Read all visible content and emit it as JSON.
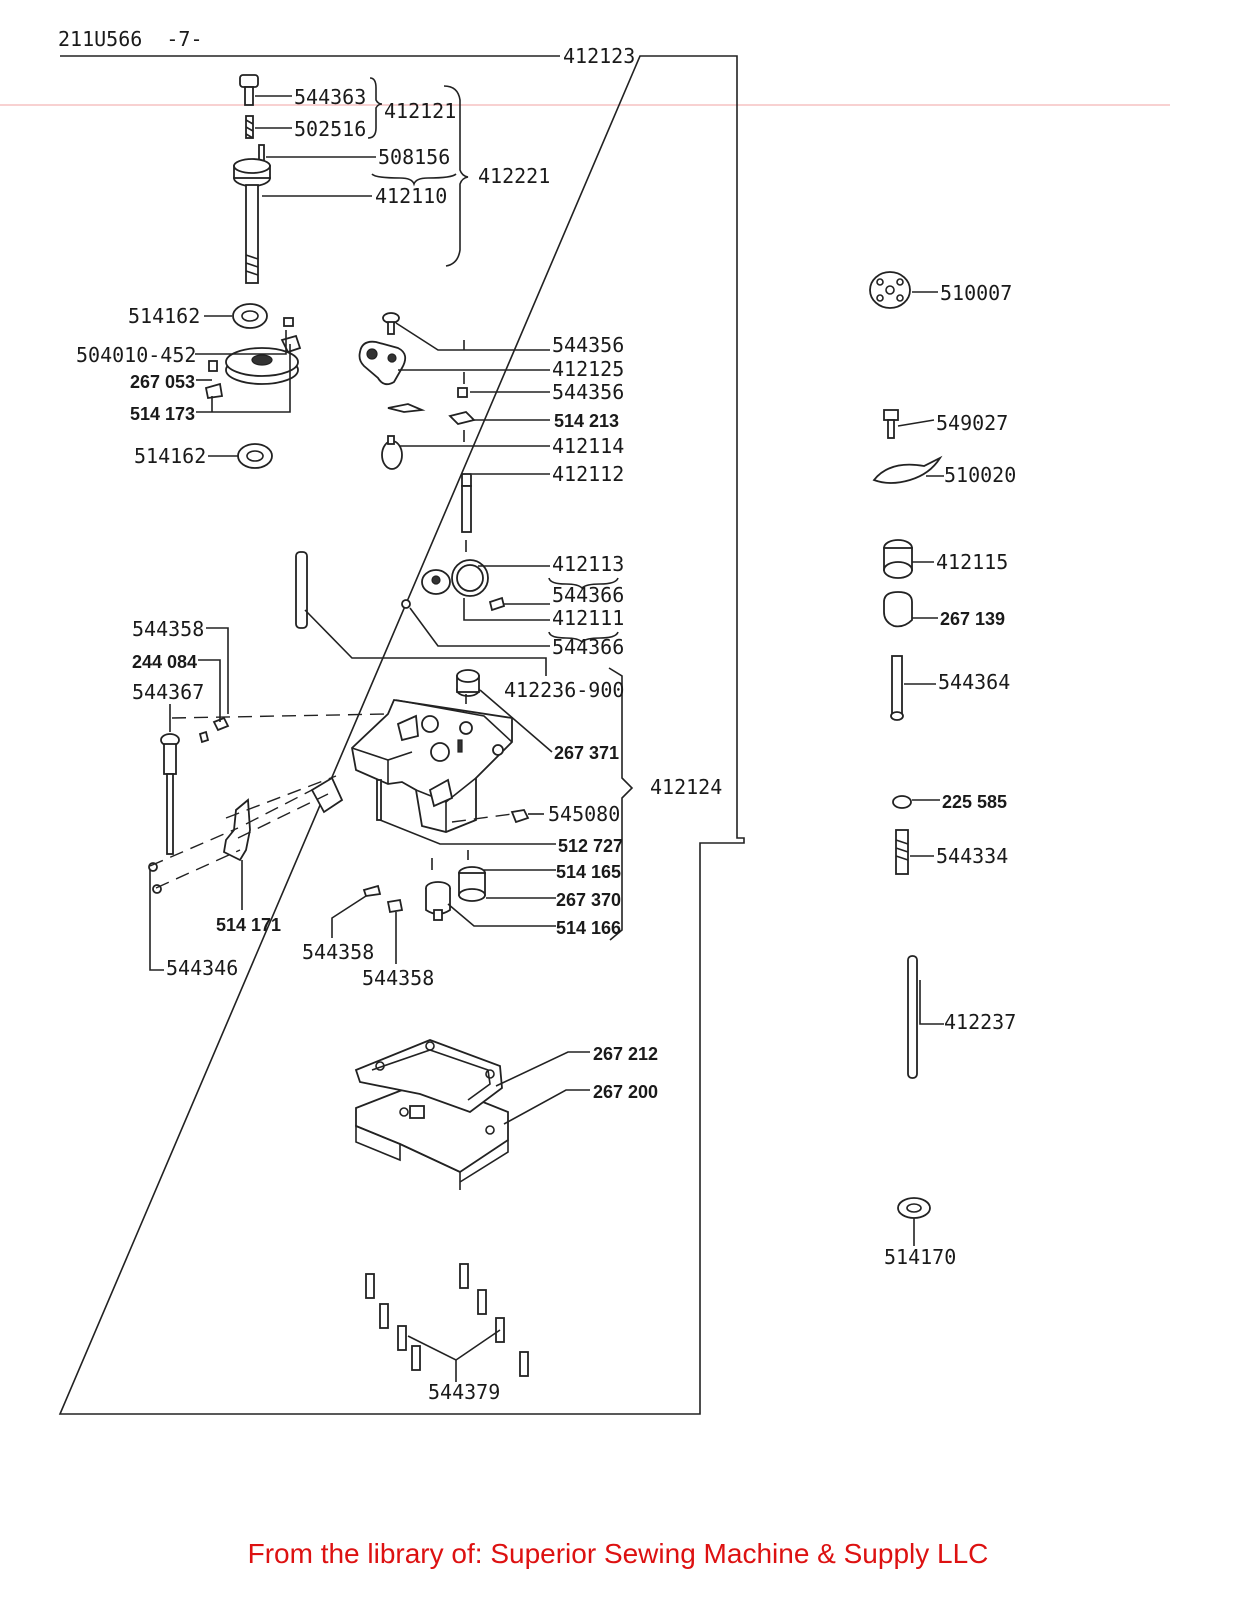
{
  "header": {
    "model": "211U566",
    "page": "-7-"
  },
  "footer": {
    "text": "From the library of: Superior Sewing Machine & Supply LLC"
  },
  "colors": {
    "footer_text": "#dd1111",
    "ink": "#1a1a1a",
    "guide_line": "#f1a3a3"
  },
  "labels": {
    "p412123": "412123",
    "p544363": "544363",
    "p502516": "502516",
    "p412121": "412121",
    "p508156": "508156",
    "p412110": "412110",
    "p412221": "412221",
    "p514162a": "514162",
    "p504010": "504010-452",
    "p267053": "267 053",
    "p514173": "514 173",
    "p514162b": "514162",
    "p544356a": "544356",
    "p412125": "412125",
    "p544356b": "544356",
    "p514213": "514 213",
    "p412114": "412114",
    "p412112": "412112",
    "p412113": "412113",
    "p544366a": "544366",
    "p412111": "412111",
    "p544366b": "544366",
    "p544358a": "544358",
    "p244084": "244 084",
    "p544367": "544367",
    "p412236": "412236-900",
    "p267371": "267 371",
    "p412124": "412124",
    "p545080": "545080",
    "p512727": "512 727",
    "p514165": "514 165",
    "p267370": "267 370",
    "p514166": "514 166",
    "p514171": "514 171",
    "p544346": "544346",
    "p544358b": "544358",
    "p544358c": "544358",
    "p267212": "267 212",
    "p267200": "267 200",
    "p544379": "544379",
    "p510007": "510007",
    "p549027": "549027",
    "p510020": "510020",
    "p412115": "412115",
    "p267139": "267 139",
    "p544364": "544364",
    "p225585": "225 585",
    "p544334": "544334",
    "p412237": "412237",
    "p514170": "514170"
  }
}
